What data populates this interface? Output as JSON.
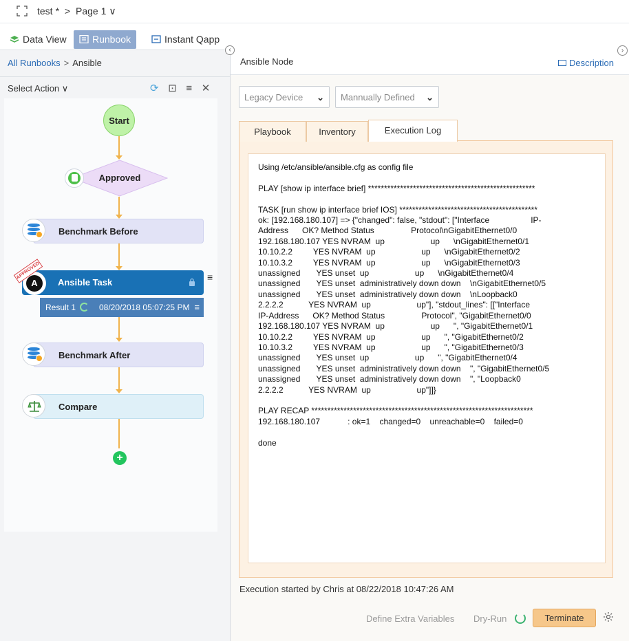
{
  "titlebar": {
    "project": "test",
    "modified": "*",
    "separator": ">",
    "page": "Page 1",
    "page_chevron": "∨"
  },
  "view_tabs": [
    {
      "label": "Data View",
      "icon": "stack-icon",
      "active": false
    },
    {
      "label": "Runbook",
      "icon": "runbook-icon",
      "active": true
    },
    {
      "label": "Instant Qapp",
      "icon": "qapp-icon",
      "active": false
    }
  ],
  "left": {
    "breadcrumb_root": "All Runbooks",
    "breadcrumb_sep": ">",
    "breadcrumb_current": "Ansible",
    "select_action": "Select Action",
    "select_chevron": "∨",
    "tools": [
      "refresh-icon",
      "fit-icon",
      "menu-icon",
      "close-icon"
    ],
    "tool_glyphs": {
      "refresh": "⟳",
      "fit": "⊡",
      "menu": "≡",
      "close": "✕"
    }
  },
  "flow": {
    "start": "Start",
    "approved": "Approved",
    "benchmark_before": "Benchmark Before",
    "ansible_task": "Ansible Task",
    "approved_stamp": "APPROVED",
    "result_label": "Result 1",
    "result_time": "08/20/2018 05:07:25 PM",
    "benchmark_after": "Benchmark After",
    "compare": "Compare",
    "add": "+",
    "node_menu": "≡"
  },
  "right": {
    "title": "Ansible Node",
    "description_link": "Description",
    "device_select": "Legacy Device",
    "defined_select": "Mannually Defined",
    "tabs": [
      {
        "label": "Playbook",
        "active": false
      },
      {
        "label": "Inventory",
        "active": false
      },
      {
        "label": "Execution Log",
        "active": true
      }
    ],
    "log": "Using /etc/ansible/ansible.cfg as config file\n\nPLAY [show ip interface brief] ****************************************************\n\nTASK [run show ip interface brief IOS] *******************************************\nok: [192.168.180.107] => {\"changed\": false, \"stdout\": [\"Interface                  IP-\nAddress      OK? Method Status                Protocol\\nGigabitEthernet0/0\n192.168.180.107 YES NVRAM  up                    up      \\nGigabitEthernet0/1\n10.10.2.2         YES NVRAM  up                    up      \\nGigabitEthernet0/2\n10.10.3.2         YES NVRAM  up                    up      \\nGigabitEthernet0/3\nunassigned       YES unset  up                    up      \\nGigabitEthernet0/4\nunassigned       YES unset  administratively down down    \\nGigabitEthernet0/5\nunassigned       YES unset  administratively down down    \\nLoopback0\n2.2.2.2           YES NVRAM  up                    up\"], \"stdout_lines\": [[\"Interface\nIP-Address      OK? Method Status                Protocol\", \"GigabitEthernet0/0\n192.168.180.107 YES NVRAM  up                    up      \", \"GigabitEthernet0/1\n10.10.2.2         YES NVRAM  up                    up      \", \"GigabitEthernet0/2\n10.10.3.2         YES NVRAM  up                    up      \", \"GigabitEthernet0/3\nunassigned       YES unset  up                    up      \", \"GigabitEthernet0/4\nunassigned       YES unset  administratively down down    \", \"GigabitEthernet0/5\nunassigned       YES unset  administratively down down    \", \"Loopback0\n2.2.2.2           YES NVRAM  up                    up\"]]}\n\nPLAY RECAP *********************************************************************\n192.168.180.107            : ok=1    changed=0    unreachable=0    failed=0\n\ndone",
    "exec_status": "Execution started by Chris at 08/22/2018 10:47:26 AM",
    "define_extra": "Define Extra Variables",
    "dry_run": "Dry-Run",
    "terminate": "Terminate",
    "collapse_left": "‹",
    "collapse_right": "›"
  },
  "colors": {
    "accent": "#1971b5",
    "connector": "#f0b34c",
    "start": "#bff2a8",
    "terminate": "#f6c78a"
  }
}
